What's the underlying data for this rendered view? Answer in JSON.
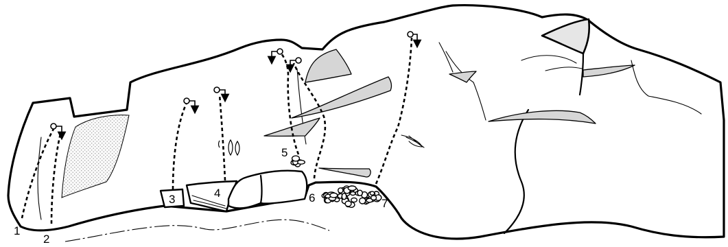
{
  "routes": [
    {
      "number": "1"
    },
    {
      "number": "2"
    },
    {
      "number": "3"
    },
    {
      "number": "4"
    },
    {
      "number": "5"
    },
    {
      "number": "6"
    },
    {
      "number": "7"
    }
  ],
  "colors": {
    "line": "#000000",
    "ledge_fill": "#d6d6d6",
    "slab_fill": "#e6e6e6",
    "background": "#ffffff"
  }
}
